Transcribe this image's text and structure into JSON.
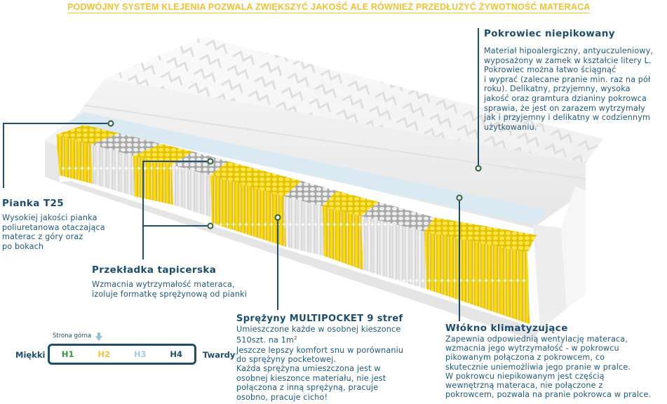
{
  "banner": "Podwójny system klejenia pozwala zwiększyć jakość ale również przedłużyć żywotność materaca",
  "colors": {
    "accent_yellow": "#f2c230",
    "text_blue": "#1d4e6b",
    "line_blue": "#1d4e6b",
    "dot_green": "#3f6b4a",
    "spring_yellow": "#f5d20f",
    "spring_grey": "#e4e4e4",
    "foam_white": "#f6f6f6",
    "h1": "#3a9a3a",
    "h2": "#f2c53d",
    "h3": "#a9cde0",
    "h4": "#1d4e6b"
  },
  "cover": {
    "title": "Pokrowiec niepikowany",
    "text": "Materiał hipoalergiczny, antyuczuleniowy,\nwyposażony w zamek w kształcie litery L.\nPokrowiec można łatwo ściągnąć\ni wyprać (zalecane pranie min. raz na pół\nroku). Delikatny, przyjemny, wysoka\njakość oraz gramtura dzianiny pokrowca\nsprawia, że jest on zarazem wytrzymały\njak i przyjemny i delikatny w codziennym\nużytkowaniu."
  },
  "foam": {
    "title": "Pianka T25",
    "text": "Wysokiej jakości pianka\npoliuretanowa otaczająca\nmaterac z góry oraz\npo bokach"
  },
  "padding": {
    "title": "Przekładka tapicerska",
    "text": "Wzmacnia wytrzymałość materaca,\nizoluje formatkę sprężynową od pianki"
  },
  "springs": {
    "title": "Sprężyny MULTIPOCKET 9 stref",
    "line1": "Umieszczone każde w osobnej kieszonce",
    "line2_prefix": "510szt. na 1m",
    "line2_sup": "2",
    "text": "Jeszcze lepszy komfort snu w porównaniu\ndo sprężyny pocketowej.\nKażda sprężyna umieszczona jest w\nosobnej kieszonce materiału, nie jest\npołączona z inną sprężyną, pracuje\nosobno, pracuje cicho!"
  },
  "fibre": {
    "title": "Włókno klimatyzujące",
    "text": "Zapewnia odpowiednią wentylację materaca,\nwzmacnia jego wytrzymałość - w pokrowcu\npikowanym połączona z pokrowcem, co\nskutecznie uniemożliwia jego pranie w pralce.\nW pokrowcu niepikowanym jest częścią\nwewnętrzną materaca, nie połączone z\npokrowcem, pozwala na pranie pokrowca w pralce."
  },
  "firmness": {
    "top_side_label": "Strona górna",
    "top_side_marker": "H2",
    "soft_label": "Miękki",
    "hard_label": "Twardy",
    "levels": [
      "H1",
      "H2",
      "H3",
      "H4"
    ]
  },
  "icons": {
    "top_side_arrow": "arrow-down-icon",
    "callout_dot": "circle-dot-icon"
  }
}
